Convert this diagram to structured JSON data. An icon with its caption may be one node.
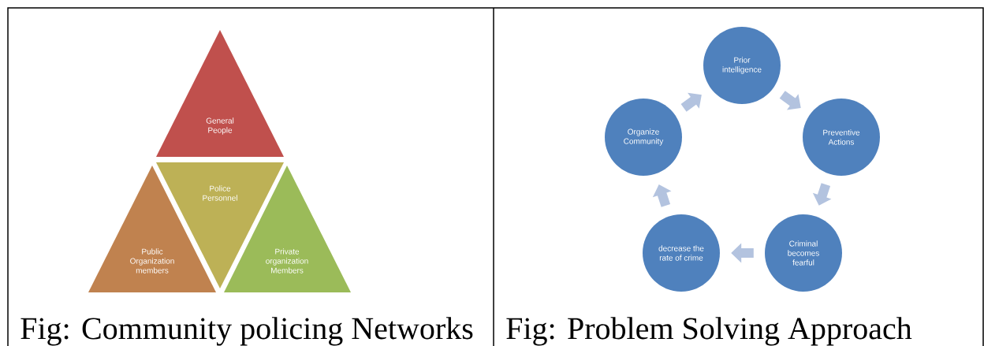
{
  "diagram": {
    "nodes": [
      {
        "text": [
          "General People"
        ]
      },
      {
        "text": [
          "Police Personnel"
        ]
      },
      {
        "text": [
          "Public Organization members"
        ]
      },
      {
        "text": [
          "Private organization Members"
        ]
      },
      {
        "text": [
          "Prior intelligence"
        ]
      },
      {
        "text": [
          "Preventive Actions"
        ]
      },
      {
        "text": [
          "Criminal becomes fearful"
        ]
      },
      {
        "text": [
          "decrease the rate of crime"
        ]
      },
      {
        "text": [
          "Organize Community"
        ]
      }
    ],
    "edges": [
      {
        "from": 4,
        "to": 5,
        "arrow": "to"
      },
      {
        "from": 5,
        "to": 6,
        "arrow": "to"
      },
      {
        "from": 6,
        "to": 7,
        "arrow": "to"
      },
      {
        "from": 7,
        "to": 8,
        "arrow": "to"
      },
      {
        "from": 8,
        "to": 4,
        "arrow": "to"
      }
    ],
    "labels": [
      "Fig: Community policing Networks",
      "Fig: Problem Solving Approach"
    ]
  }
}
